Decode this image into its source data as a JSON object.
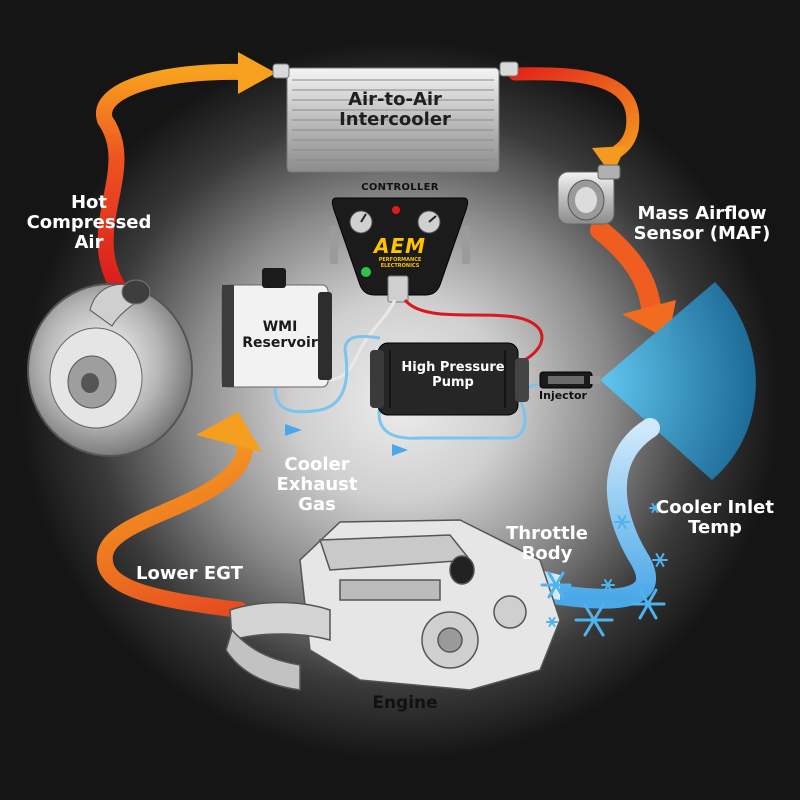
{
  "labels": {
    "intercooler_line1": "Air-to-Air",
    "intercooler_line2": "Intercooler",
    "controller": "CONTROLLER",
    "brand_logo": "AEM",
    "brand_sub": "PERFORMANCE ELECTRONICS",
    "wmi_reservoir": "WMI Reservoir",
    "high_pressure_pump": "High Pressure Pump",
    "injector": "Injector",
    "hot_compressed_air": "Hot Compressed Air",
    "mass_airflow_sensor": "Mass Airflow Sensor (MAF)",
    "cooler_exhaust_gas": "Cooler Exhaust Gas",
    "cooler_inlet_temp": "Cooler Inlet Temp",
    "throttle_body": "Throttle Body",
    "lower_egt": "Lower EGT",
    "engine": "Engine"
  },
  "icons": [
    "turbocharger-icon",
    "intercooler-icon",
    "controller-icon",
    "maf-sensor-icon",
    "wmi-reservoir-icon",
    "pump-icon",
    "injector-icon",
    "engine-icon",
    "snowflake-icon",
    "flow-arrow-icon"
  ],
  "colors": {
    "background": "#151515",
    "hot_arrow_start": "#e8201c",
    "hot_arrow_end": "#f7931e",
    "cold_arrow": "#4aa8e8",
    "spray": "#3fb7e6",
    "water_line": "#7cc4ee",
    "wire_red": "#d8181e",
    "logo_yellow": "#ffc400"
  }
}
